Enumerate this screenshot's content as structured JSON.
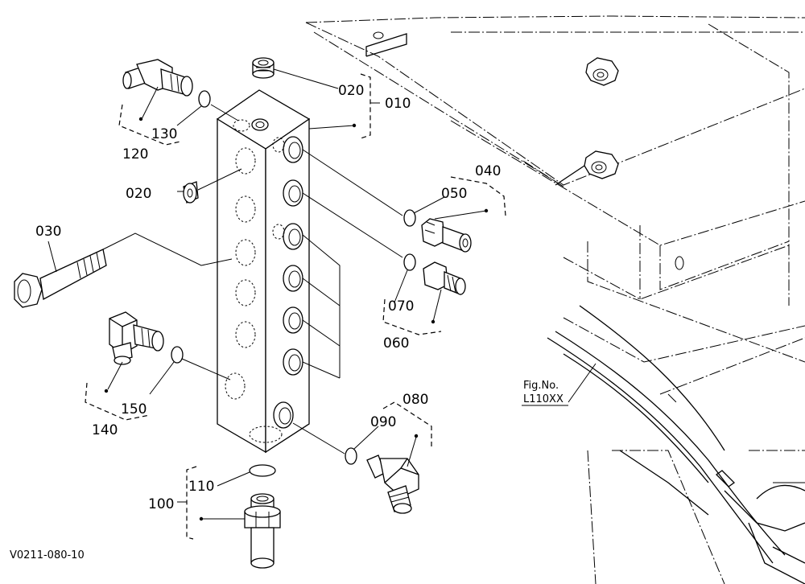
{
  "labels": {
    "p010": "010",
    "p020a": "020",
    "p020b": "020",
    "p030": "030",
    "p040": "040",
    "p050": "050",
    "p060": "060",
    "p070": "070",
    "p080": "080",
    "p090": "090",
    "p100": "100",
    "p110": "110",
    "p120": "120",
    "p130": "130",
    "p140": "140",
    "p150": "150"
  },
  "figure_ref": {
    "line1": "Fig.No.",
    "line2": "L110XX"
  },
  "drawing_code": "V0211-080-10"
}
